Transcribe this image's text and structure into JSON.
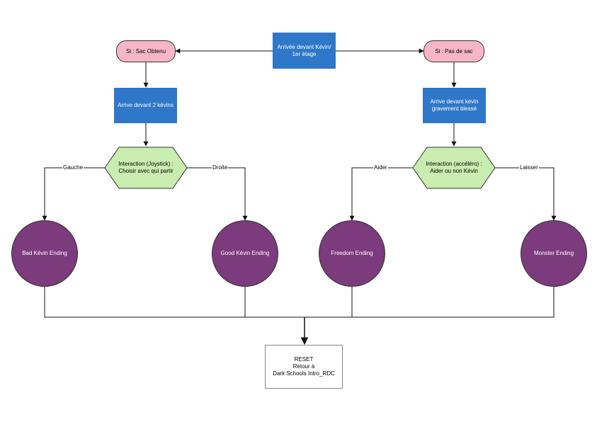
{
  "nodes": {
    "start": {
      "text": "Arrivée devant Kévin/\n1er étage"
    },
    "sac_obtenu": {
      "text": "Si : Sac Obtenu"
    },
    "pas_de_sac": {
      "text": "Si : Pas de sac"
    },
    "deux_kevins": {
      "text": "Arrive devant 2 kévins"
    },
    "kevin_blesse": {
      "text": "Arrive devant kévin\ngravement blessé"
    },
    "interaction_joystick": {
      "text": "Interaction (Joystick) :\nChoisir avec qui partir"
    },
    "interaction_accelero": {
      "text": "Interaction (accéléro) :\nAider ou non Kévin"
    },
    "bad_ending": {
      "text": "Bad Kévin Ending"
    },
    "good_ending": {
      "text": "Good Kévin Ending"
    },
    "freedom_ending": {
      "text": "Freedom Ending"
    },
    "monster_ending": {
      "text": "Monster Ending"
    },
    "reset": {
      "text": "RESET\nRetour à\nDark Schools Intro_RDC"
    }
  },
  "edge_labels": {
    "gauche": "Gauche",
    "droite": "Droite",
    "aider": "Aider",
    "laisser": "Laisser"
  },
  "colors": {
    "process": "#2f77c9",
    "terminal": "#f6b6c7",
    "decision": "#c9ecb0",
    "ending": "#7b3b7d",
    "line": "#111111"
  }
}
